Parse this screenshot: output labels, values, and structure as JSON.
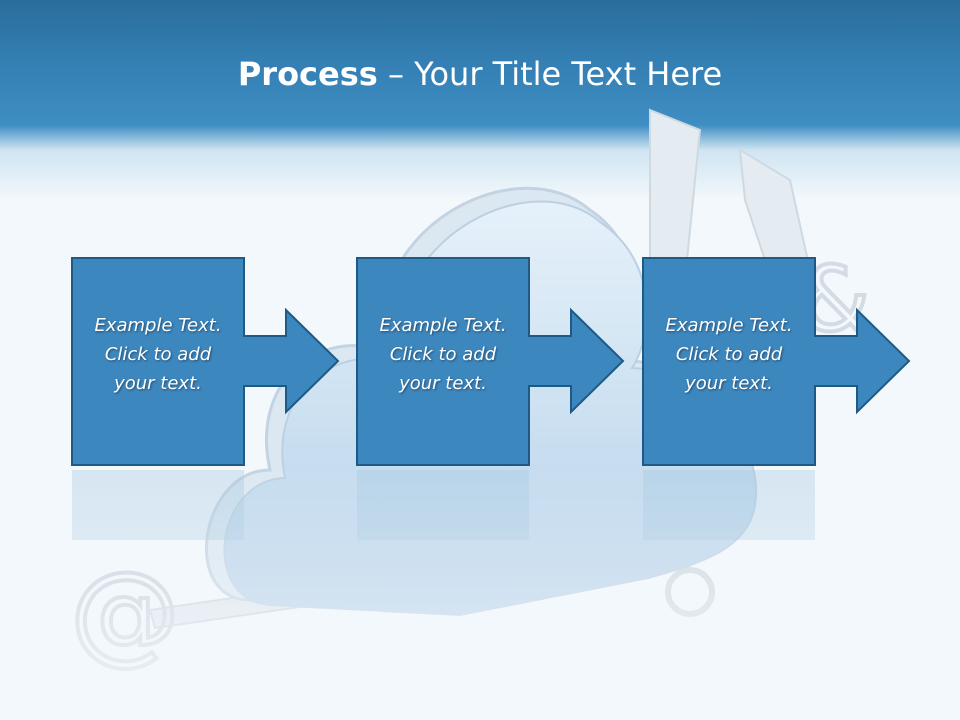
{
  "slide": {
    "title_bold": "Process",
    "title_rest": " – Your Title Text Here"
  },
  "steps": [
    {
      "line1": "Example Text.",
      "line2": "Click  to add",
      "line3": "your text."
    },
    {
      "line1": "Example Text.",
      "line2": "Click  to add",
      "line3": "your text."
    },
    {
      "line1": "Example Text.",
      "line2": "Click  to add",
      "line3": "your text."
    }
  ],
  "colors": {
    "header": "#3581b6",
    "box_fill": "#3d87bf",
    "box_stroke": "#1e5a85",
    "text": "#ffffff"
  },
  "icons": [
    "cloud-icon",
    "at-sign-icon",
    "key-icon",
    "arrow-right-icon"
  ]
}
